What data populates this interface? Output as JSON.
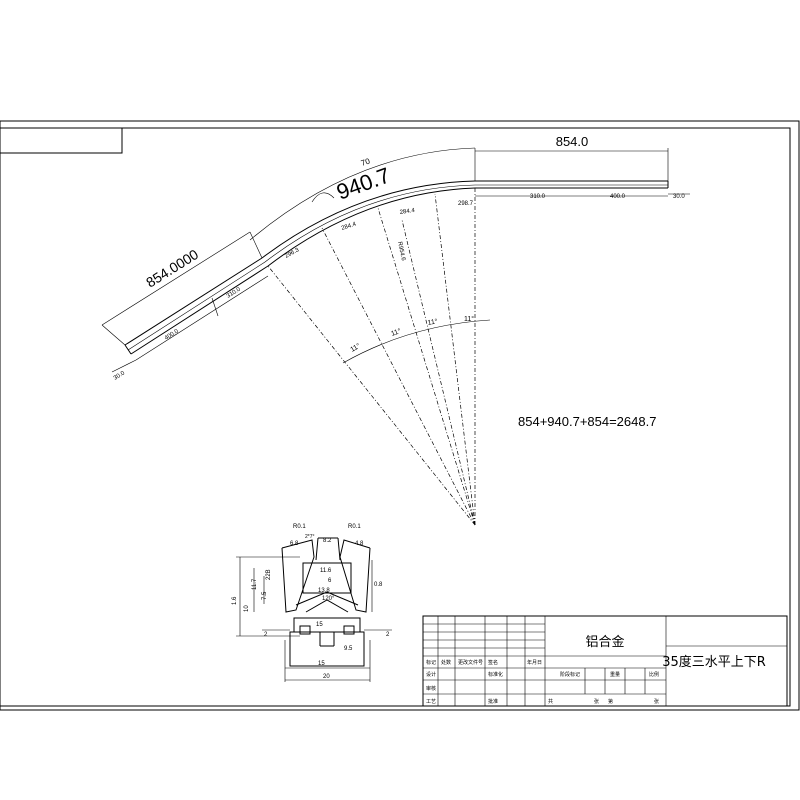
{
  "main_drawing": {
    "top_length": "854.0",
    "arc_length": "940.7",
    "arc_label_r": "70",
    "left_length": "854.0000",
    "sum_formula": "854+940.7+854=2648.7",
    "angle_label": "11°",
    "right_segments": [
      "298.7",
      "310.0",
      "400.0",
      "30.0"
    ],
    "arc_segments": [
      "284.4",
      "284.4",
      "296.3"
    ],
    "left_segments": [
      "310.0",
      "400.0",
      "30.0"
    ],
    "inner_radius_label": "R954.6"
  },
  "section_drawing": {
    "labels": [
      "R0.1",
      "R0.1",
      "2*7°",
      "6.8",
      "8.2",
      "4.8",
      "11.6",
      "6",
      "13.8",
      "120°",
      "7.5",
      "11.7",
      "22B",
      "0.8",
      "1.6",
      "10",
      "15",
      "2",
      "9.5",
      "2",
      "15",
      "20"
    ]
  },
  "title_block": {
    "material": "铝合金",
    "drawing_name": "35度三水平上下R",
    "row_labels": [
      "标记",
      "处数",
      "更改文件号",
      "签名",
      "年月日",
      "设计",
      "标准化",
      "阶段标记",
      "重量",
      "比例",
      "审核",
      "工艺",
      "批准",
      "共",
      "张",
      "第",
      "张"
    ]
  }
}
